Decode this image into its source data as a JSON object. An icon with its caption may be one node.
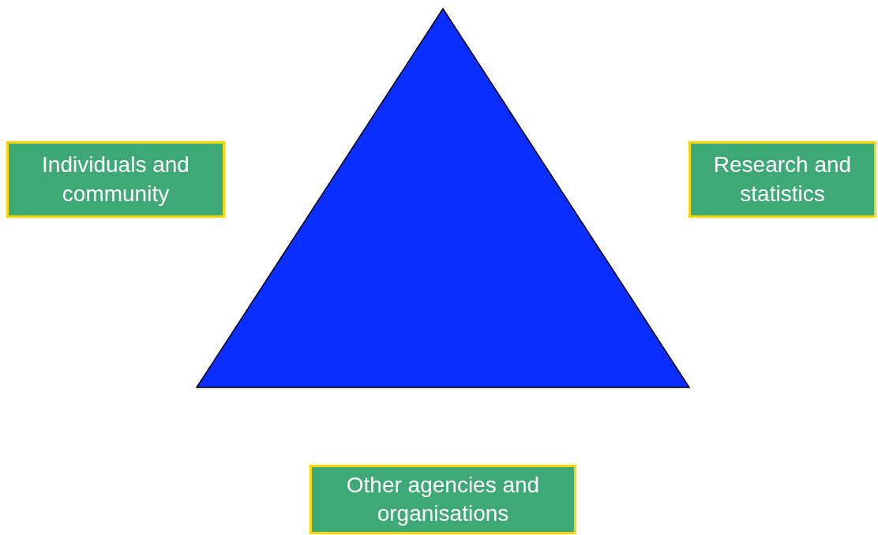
{
  "diagram": {
    "nodes": [
      {
        "text": [
          "Individuals and community"
        ]
      },
      {
        "text": [
          "Research and statistics"
        ]
      },
      {
        "text": [
          "Other agencies and organisations"
        ]
      }
    ]
  }
}
